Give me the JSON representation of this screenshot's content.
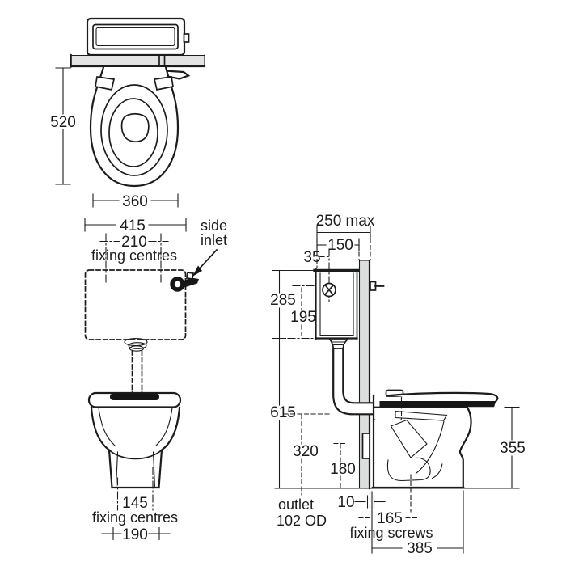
{
  "title": "WC pan and cistern installation dimension drawing",
  "colors": {
    "line": "#1c1c1c",
    "wall_band": "#e3e3e3",
    "duct_panel": "#dcdedd",
    "background": "#ffffff",
    "seat_strip": "#161616"
  },
  "plan_view": {
    "dim_overall_depth": "520",
    "dim_pan_width": "360"
  },
  "front_view": {
    "dim_cistern_width": "415",
    "dim_cistern_fixing_centres": "210",
    "cistern_fixing_note": "fixing centres",
    "inlet_label_line1": "side",
    "inlet_label_line2": "inlet",
    "dim_pan_fixing_centres": "145",
    "pan_fixing_note": "fixing centres",
    "dim_pan_base_width": "190"
  },
  "side_view": {
    "dim_depth_max": "250 max",
    "dim_cistern_depth": "150",
    "dim_inlet_setback": "35",
    "dim_cistern_height": "285",
    "dim_inlet_to_base": "195",
    "dim_floor_to_cistern_base": "615",
    "dim_floor_to_flush_entry": "320",
    "dim_floor_to_outlet": "180",
    "dim_panel_to_pan_gap": "10",
    "outlet_label_line1": "outlet",
    "outlet_label_line2": "102 OD",
    "dim_fixing_screws": "165",
    "fixing_screws_note": "fixing screws",
    "dim_pan_depth": "385",
    "dim_pan_height": "355"
  }
}
